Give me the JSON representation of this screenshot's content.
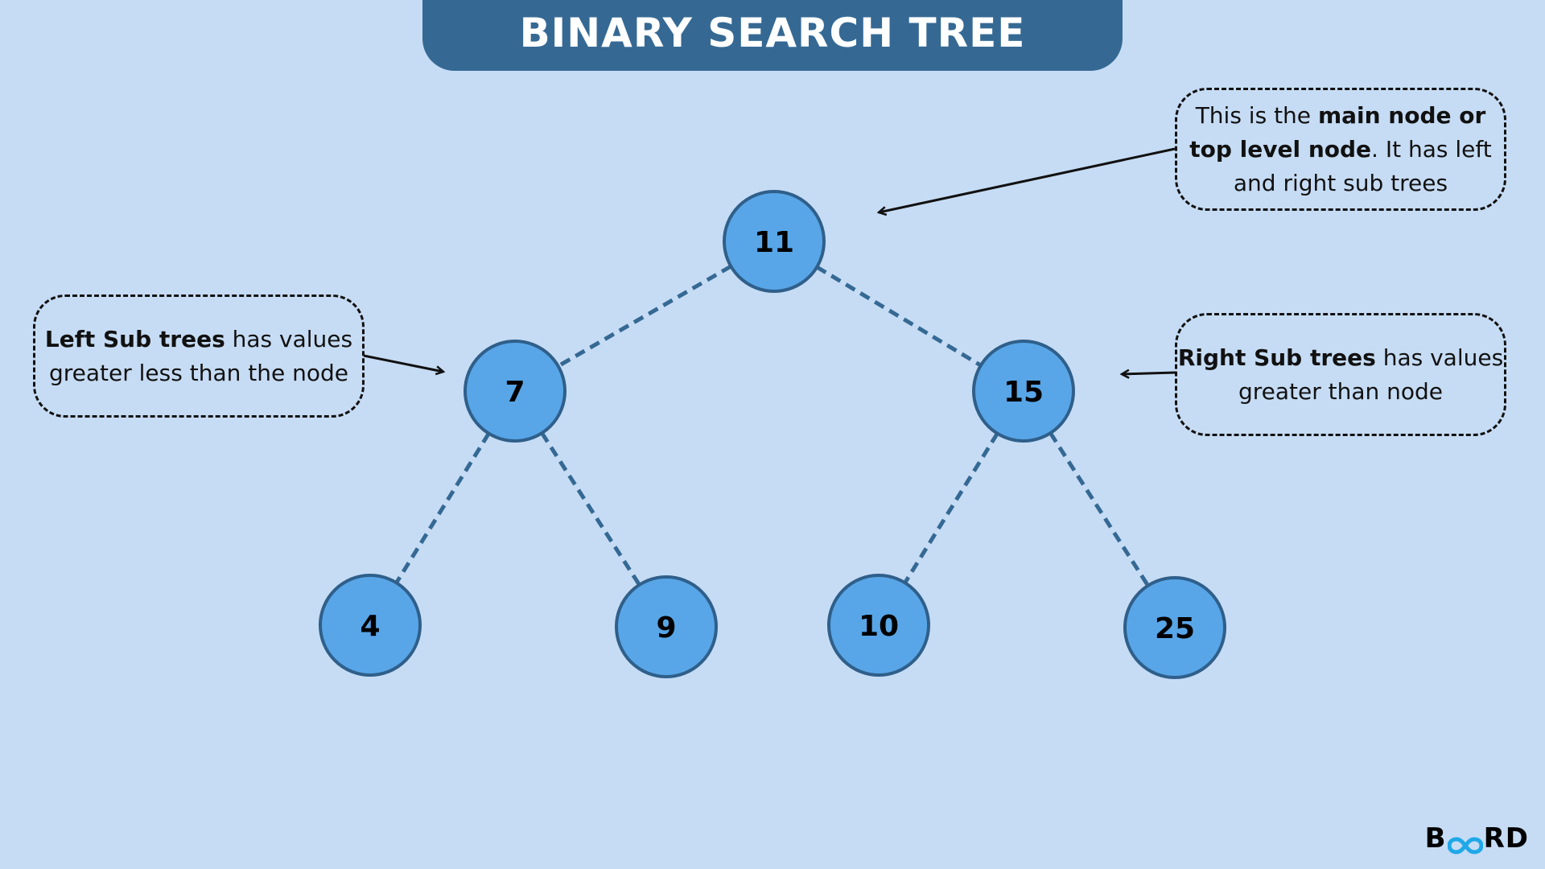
{
  "title": "BINARY SEARCH TREE",
  "colors": {
    "background": "#c6dcf4",
    "title_bar": "#356994",
    "node_fill": "#58a6e8",
    "node_stroke": "#2f5f8a",
    "edge": "#356994",
    "logo_accent": "#1fa8e8"
  },
  "nodes": [
    {
      "id": "n11",
      "label": "11"
    },
    {
      "id": "n7",
      "label": "7"
    },
    {
      "id": "n15",
      "label": "15"
    },
    {
      "id": "n4",
      "label": "4"
    },
    {
      "id": "n9",
      "label": "9"
    },
    {
      "id": "n10",
      "label": "10"
    },
    {
      "id": "n25",
      "label": "25"
    }
  ],
  "edges": [
    {
      "from": "n11",
      "to": "n7"
    },
    {
      "from": "n11",
      "to": "n15"
    },
    {
      "from": "n7",
      "to": "n4"
    },
    {
      "from": "n7",
      "to": "n9"
    },
    {
      "from": "n15",
      "to": "n10"
    },
    {
      "from": "n15",
      "to": "n25"
    }
  ],
  "callouts": {
    "root": {
      "prefix": "This is the ",
      "bold": "main node or top level node",
      "suffix": ". It has left and right sub trees"
    },
    "left": {
      "bold": "Left Sub trees",
      "suffix": " has values greater less than the node"
    },
    "right": {
      "bold": "Right Sub trees",
      "suffix": " has values greater than node"
    }
  },
  "logo": {
    "left": "B",
    "right": "RD",
    "icon": "infinity-loop-icon"
  }
}
